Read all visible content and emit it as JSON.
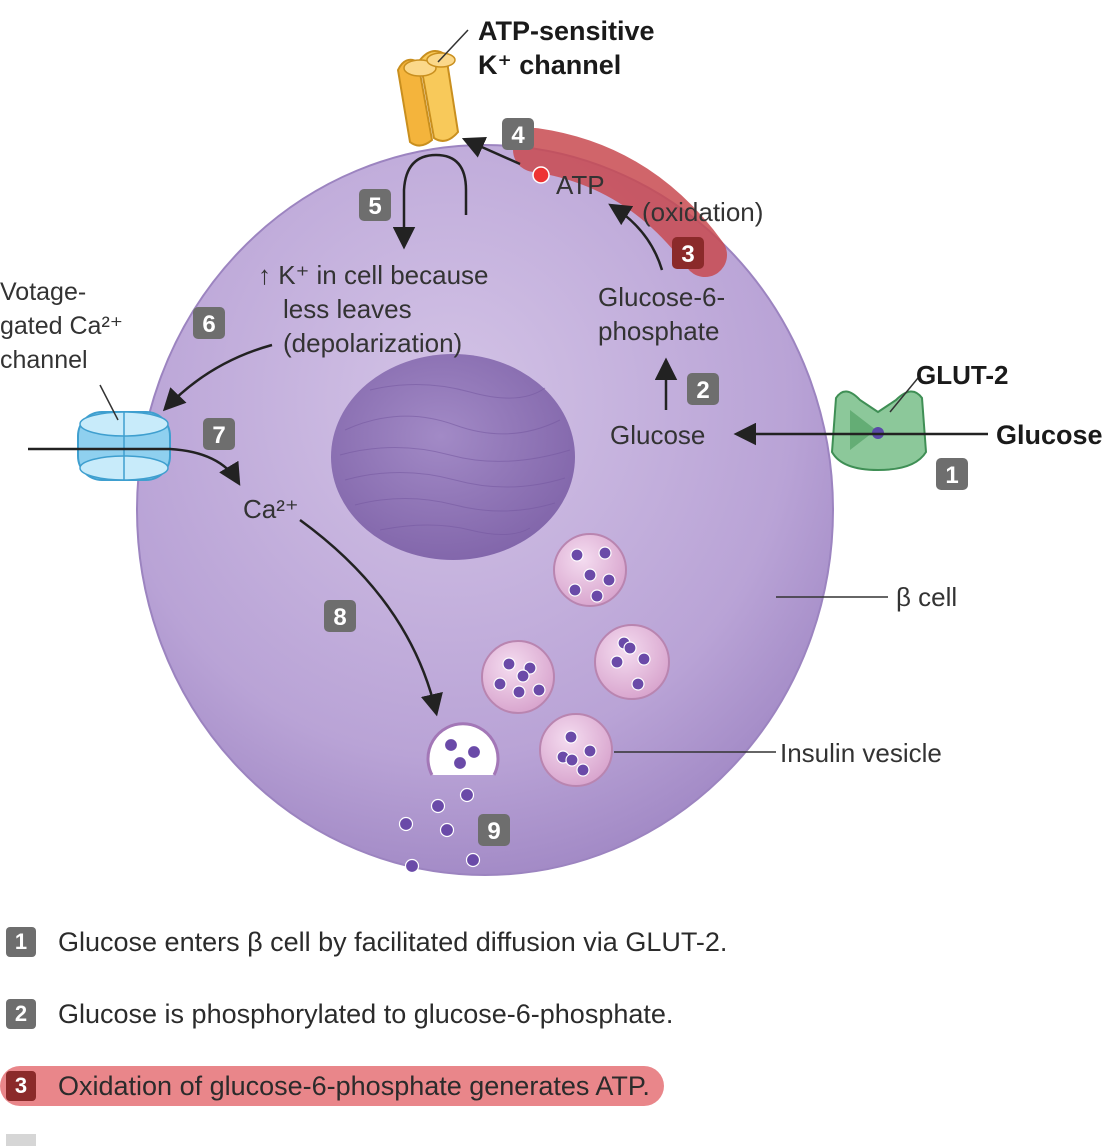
{
  "labels": {
    "atp_channel": [
      "ATP-sensitive",
      "K⁺ channel"
    ],
    "ca_channel": [
      "Votage-",
      "gated Ca²⁺",
      "channel"
    ],
    "glut2": "GLUT-2",
    "glucose_outside": "Glucose",
    "glucose_inside": "Glucose",
    "g6p": [
      "Glucose-6-",
      "phosphate"
    ],
    "oxidation": "(oxidation)",
    "atp": "ATP",
    "k_in_cell": [
      "↑ K⁺ in cell because",
      "less leaves",
      "(depolarization)"
    ],
    "ca_ion": "Ca²⁺",
    "beta_cell": "β cell",
    "insulin_vesicle": "Insulin vesicle"
  },
  "step_badges": [
    "1",
    "2",
    "3",
    "4",
    "5",
    "6",
    "7",
    "8",
    "9"
  ],
  "legend": [
    {
      "num": "1",
      "text": "Glucose enters β cell by facilitated diffusion via GLUT-2.",
      "highlighted": false
    },
    {
      "num": "2",
      "text": "Glucose is phosphorylated to glucose-6-phosphate.",
      "highlighted": false
    },
    {
      "num": "3",
      "text": "Oxidation of glucose-6-phosphate generates ATP.",
      "highlighted": true
    }
  ],
  "colors": {
    "cell": "#b9a3d6",
    "nucleus": "#8f73b6",
    "highlight": "#c84a50",
    "atp_channel": "#f4b43c",
    "ca_channel": "#7cc7ea",
    "glut2": "#8cc89a",
    "vesicle": "#e6b9dc",
    "granule": "#6a4aa8",
    "badge": "#6e6e6e"
  },
  "icons": [
    "atp-sensitive-k-channel-icon",
    "voltage-gated-ca-channel-icon",
    "glut2-transporter-icon",
    "insulin-vesicle-icon",
    "insulin-granule-icon"
  ]
}
